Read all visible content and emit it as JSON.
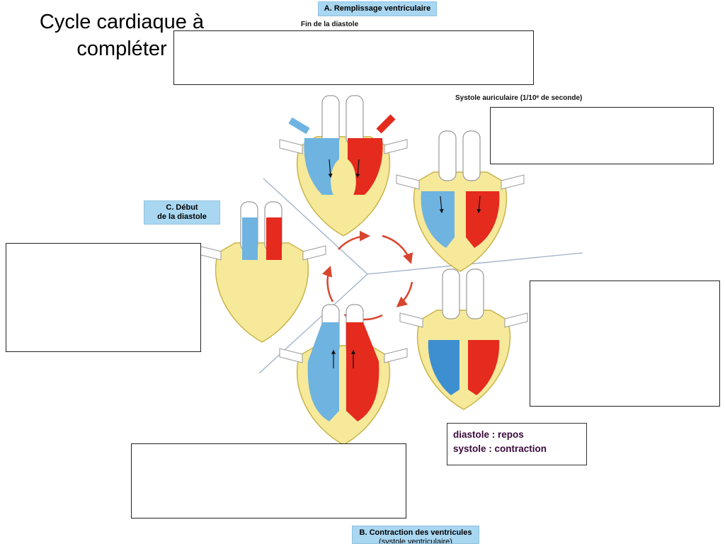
{
  "title": "Cycle cardiaque à compléter",
  "phase_labels": {
    "a": "A. Remplissage ventriculaire",
    "b_line1": "B. Contraction des ventricules",
    "b_line2": "(systole ventriculaire)",
    "c_line1": "C. Début",
    "c_line2": "de la diastole"
  },
  "stage_labels": {
    "end_diastole": "Fin de la diastole",
    "atrial_systole": "Systole auriculaire (1/10ᵉ de seconde)"
  },
  "legend": {
    "line1": "diastole : repos",
    "line2": "systole : contraction"
  },
  "colors": {
    "oxygen_poor_blood": "#6fb3e0",
    "oxygen_rich_blood": "#e52a1e",
    "heart_wall": "#f6e99a",
    "label_background": "#a9d6f0",
    "cycle_arrows": "#d8452e",
    "separator_lines": "#9fb0c8"
  },
  "icons": {
    "heart": "heart-illustration",
    "arrow": "cycle-arrow-icon"
  }
}
